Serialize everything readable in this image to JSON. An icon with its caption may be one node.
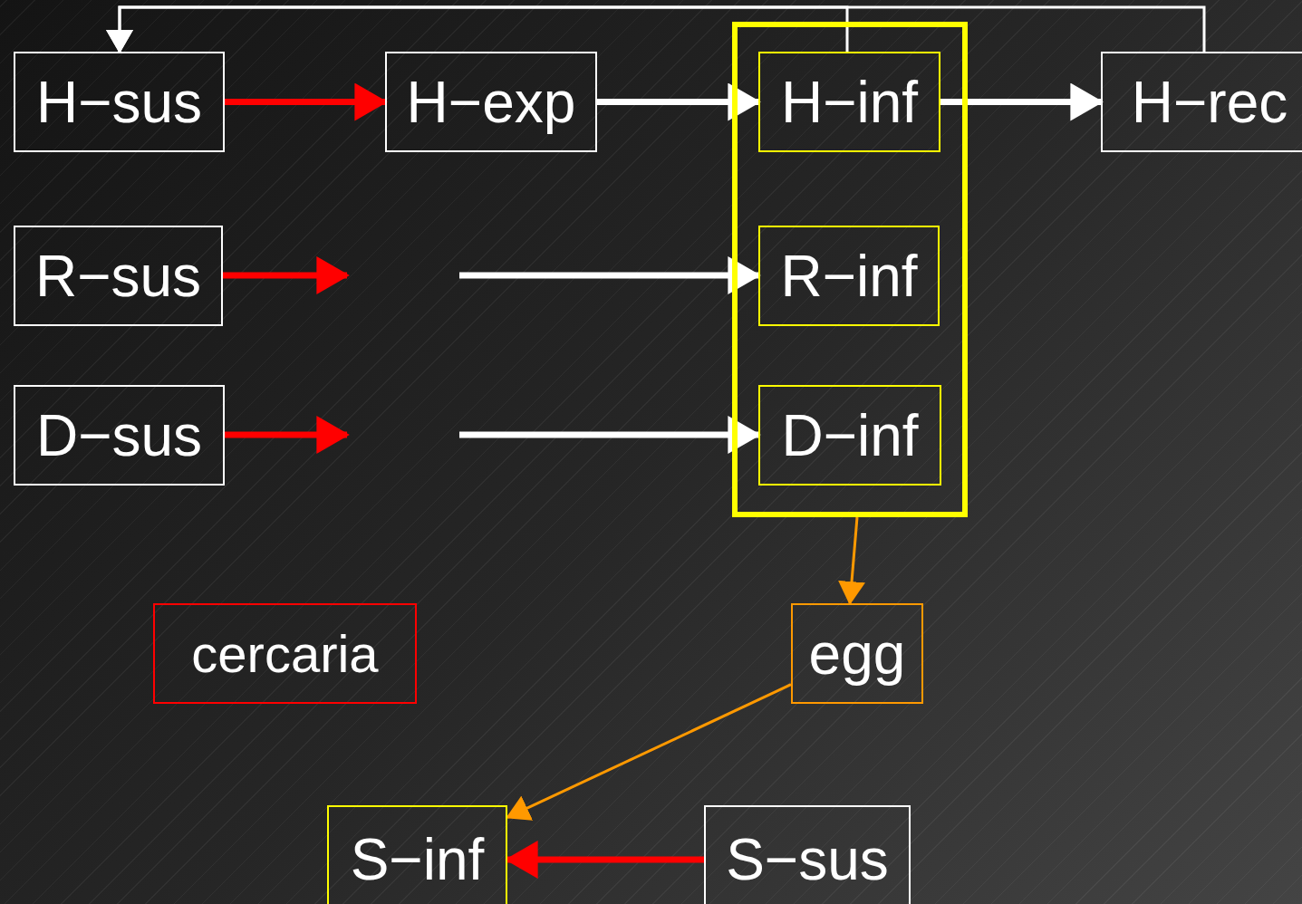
{
  "diagram": {
    "nodes": [
      {
        "text": [
          "H−sus"
        ]
      },
      {
        "text": [
          "H−exp"
        ]
      },
      {
        "text": [],
        "shape": "box"
      },
      {
        "text": [
          "H−inf"
        ],
        "in": 2
      },
      {
        "text": [
          "R−inf"
        ],
        "in": 2
      },
      {
        "text": [
          "D−inf"
        ],
        "in": 2
      },
      {
        "text": [
          "H−rec"
        ]
      },
      {
        "text": [
          "R−sus"
        ]
      },
      {
        "text": [
          "D−sus"
        ]
      },
      {
        "text": [
          "cercaria"
        ]
      },
      {
        "text": [
          "egg"
        ]
      },
      {
        "text": [
          "S−inf"
        ]
      },
      {
        "text": [
          "S−sus"
        ]
      }
    ],
    "edges": [
      {
        "from": 0,
        "to": 1,
        "arrow": "to",
        "color": "#ff0000"
      },
      {
        "from": 1,
        "to": 3,
        "arrow": "to"
      },
      {
        "from": 3,
        "to": 6,
        "arrow": "to"
      },
      {
        "from": 6,
        "to": 0,
        "arrow": "to"
      },
      {
        "from": 3,
        "to": 0,
        "arrow": "to"
      },
      {
        "from": 7,
        "to": null,
        "arrow": "to",
        "color": "#ff0000"
      },
      {
        "from": null,
        "to": 4,
        "arrow": "to"
      },
      {
        "from": 8,
        "to": null,
        "arrow": "to",
        "color": "#ff0000"
      },
      {
        "from": null,
        "to": 5,
        "arrow": "to"
      },
      {
        "from": 2,
        "to": 10,
        "arrow": "to",
        "color": "#ff9900"
      },
      {
        "from": 10,
        "to": 11,
        "arrow": "to",
        "color": "#ff9900"
      },
      {
        "from": 12,
        "to": 11,
        "arrow": "to",
        "color": "#ff0000"
      }
    ]
  }
}
